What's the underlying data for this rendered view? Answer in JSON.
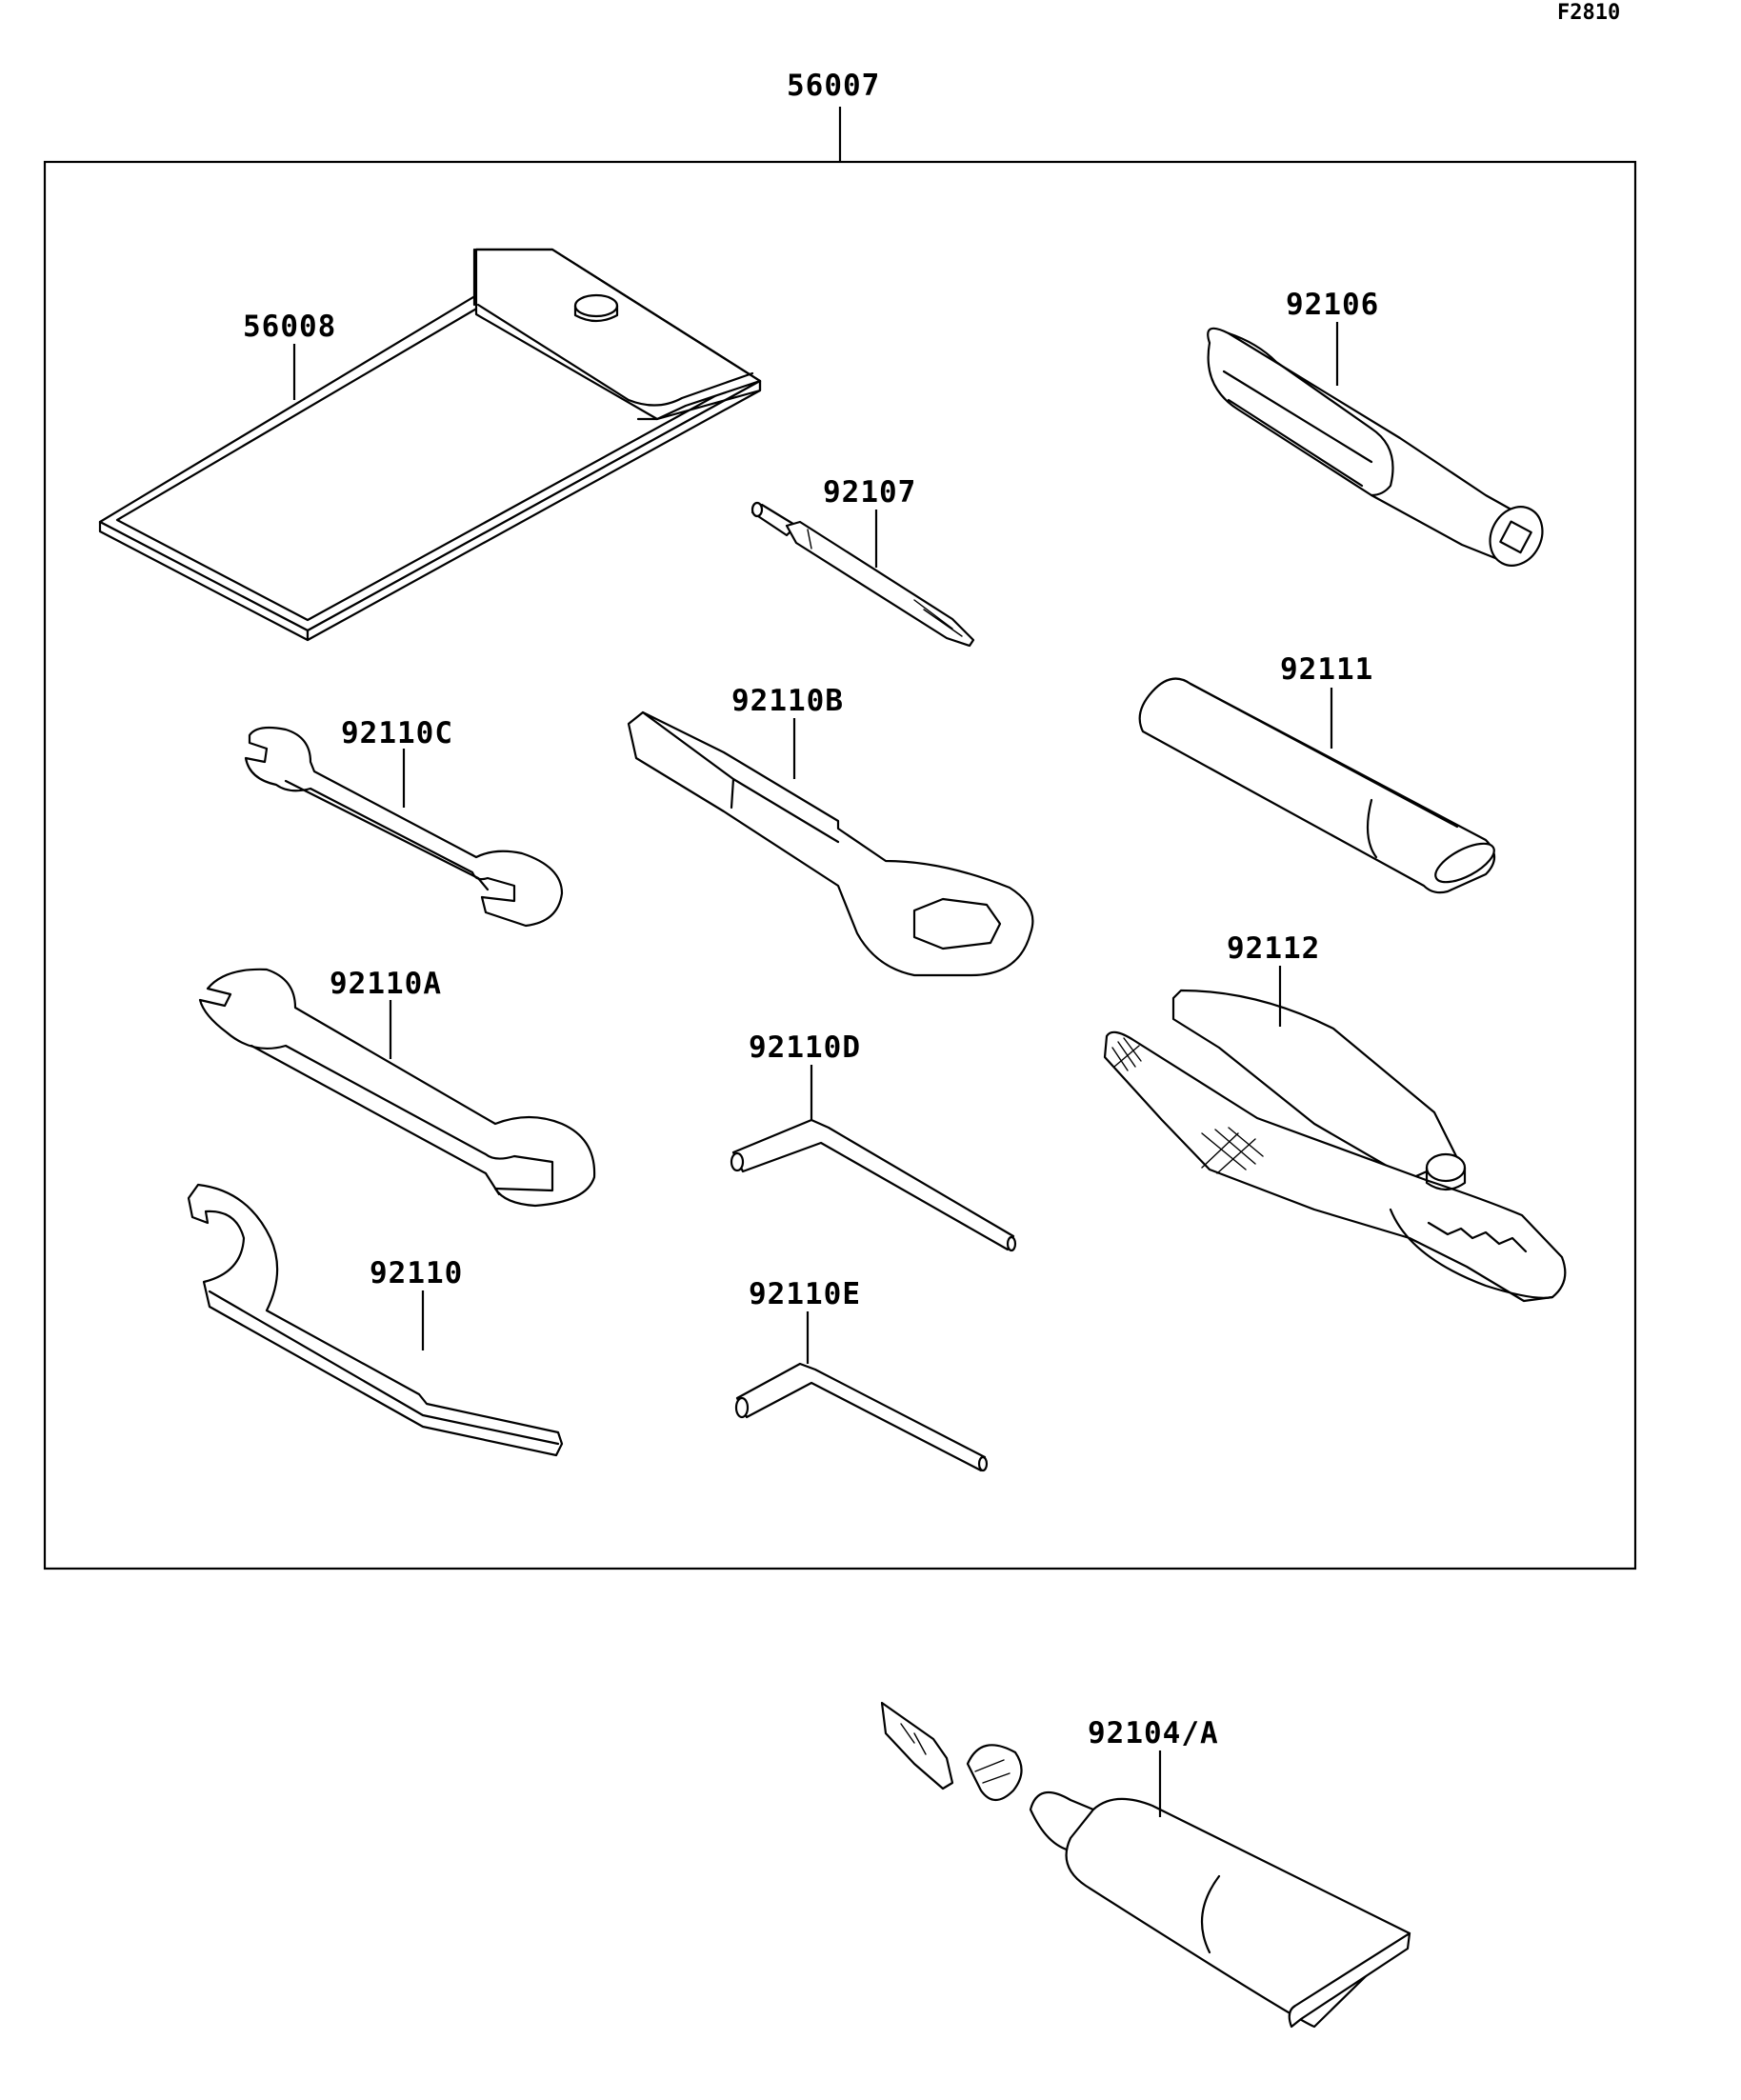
{
  "figure_code": "F2810",
  "kit": {
    "part_number": "56007"
  },
  "parts": {
    "tool_bag": "56008",
    "pin_driver": "92107",
    "socket_handle": "92106",
    "extension_bar": "92111",
    "wrench_c": "92110C",
    "box_wrench_b": "92110B",
    "wrench_a": "92110A",
    "pliers": "92112",
    "hex_key_d": "92110D",
    "spanner": "92110",
    "hex_key_e": "92110E",
    "repair_tube": "92104/A"
  }
}
